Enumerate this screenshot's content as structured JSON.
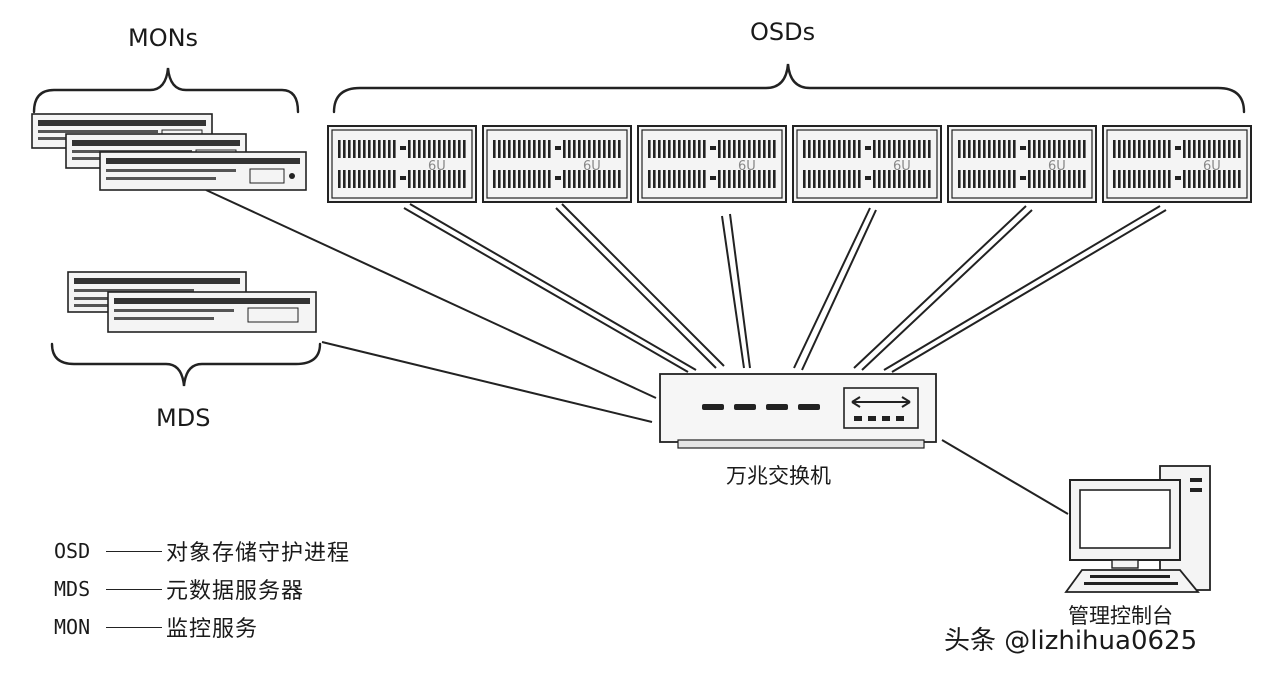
{
  "groups": {
    "mons_label": "MONs",
    "osds_label": "OSDs",
    "mds_label": "MDS"
  },
  "osd_units": [
    {
      "badge": "6U"
    },
    {
      "badge": "6U"
    },
    {
      "badge": "6U"
    },
    {
      "badge": "6U"
    },
    {
      "badge": "6U"
    },
    {
      "badge": "6U"
    }
  ],
  "switch": {
    "label": "万兆交换机"
  },
  "console": {
    "label": "管理控制台"
  },
  "legend": [
    {
      "abbr": "OSD",
      "desc": "对象存储守护进程"
    },
    {
      "abbr": "MDS",
      "desc": "元数据服务器"
    },
    {
      "abbr": "MON",
      "desc": "监控服务"
    }
  ],
  "watermark": "头条 @lizhihua0625",
  "colors": {
    "line": "#222222",
    "device_fill": "#f4f4f4",
    "dark": "#1a1a1a"
  }
}
